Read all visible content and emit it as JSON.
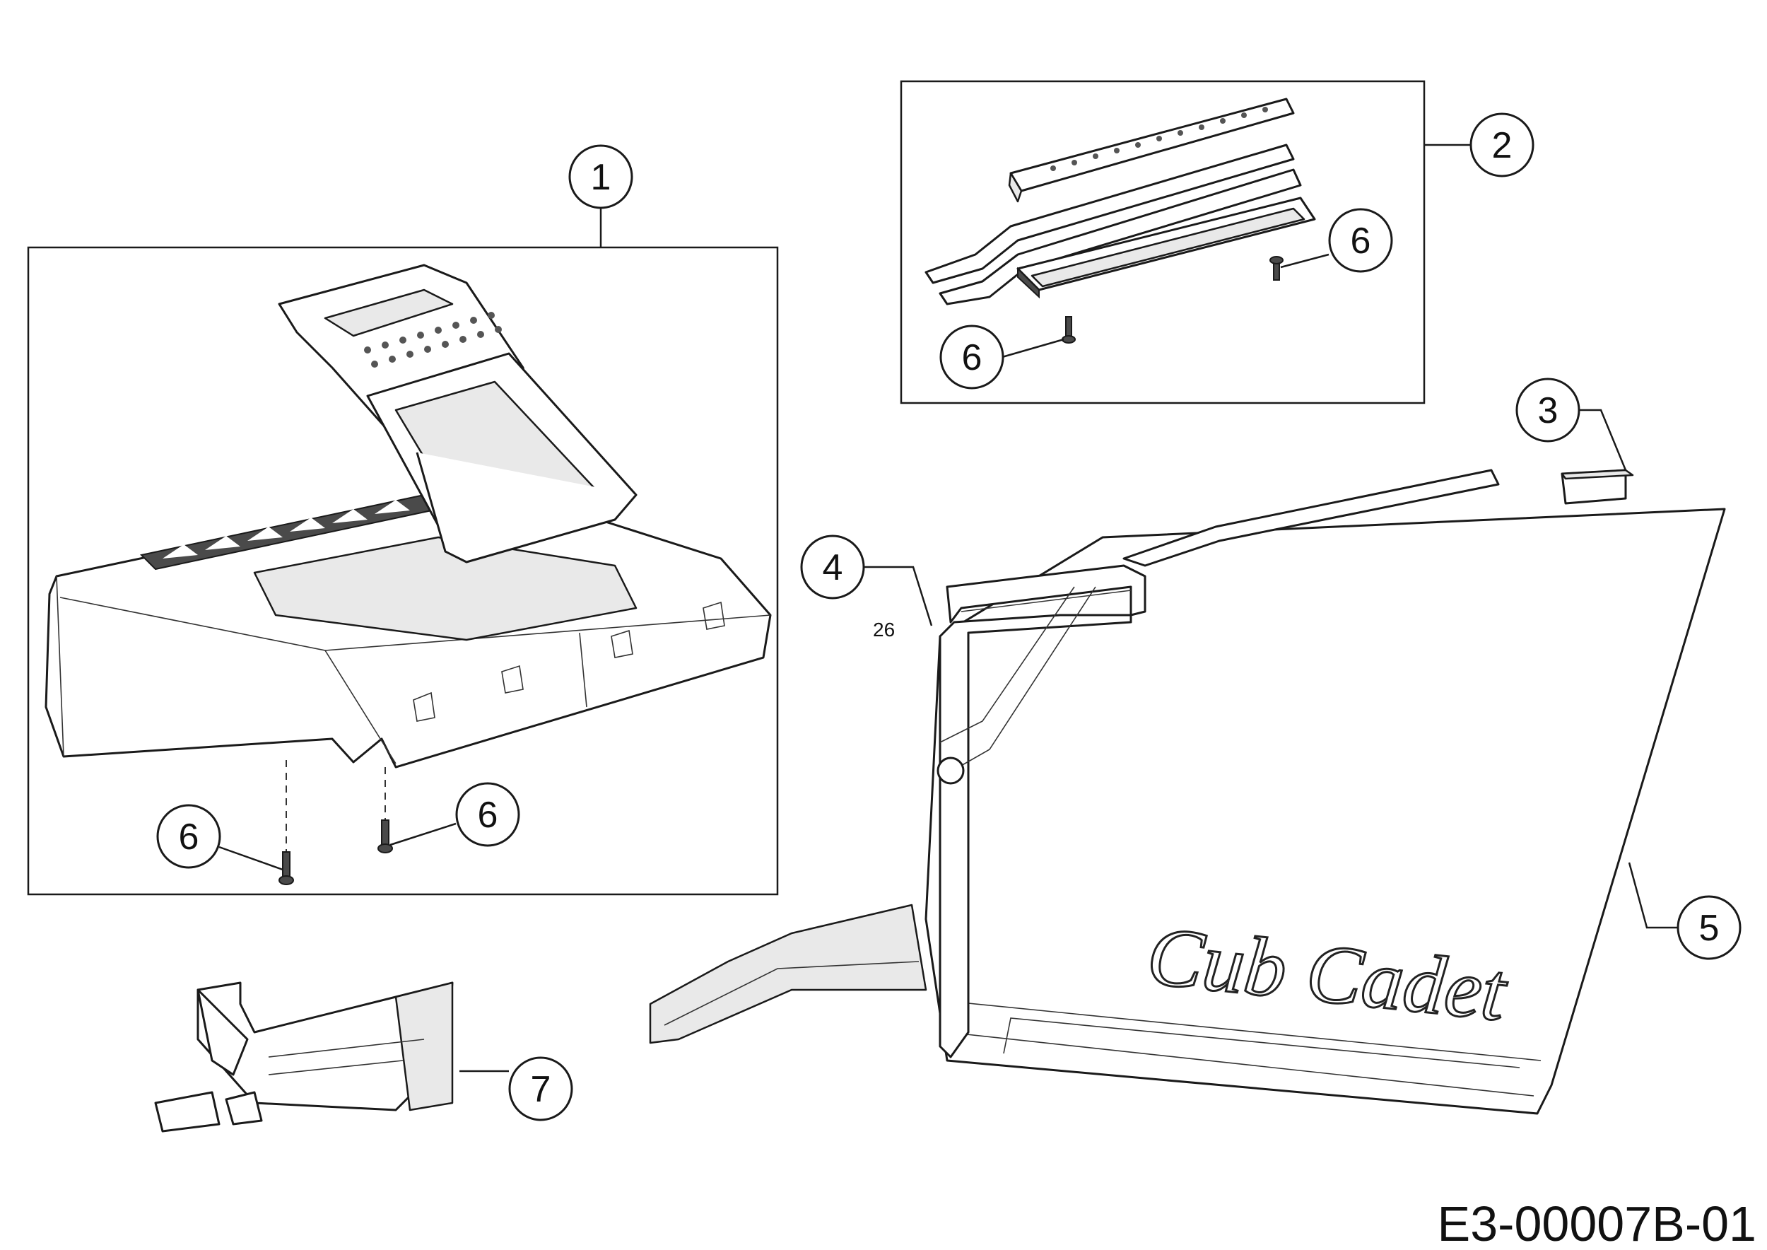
{
  "diagram": {
    "drawing_code": "E3-00007B-01",
    "brand_logo_text": "Cub Cadet",
    "dimension_note": "26",
    "callouts": [
      {
        "id": "callout-1",
        "label": "1"
      },
      {
        "id": "callout-2",
        "label": "2"
      },
      {
        "id": "callout-3",
        "label": "3"
      },
      {
        "id": "callout-4",
        "label": "4"
      },
      {
        "id": "callout-5",
        "label": "5"
      },
      {
        "id": "callout-6a",
        "label": "6"
      },
      {
        "id": "callout-6b",
        "label": "6"
      },
      {
        "id": "callout-6c",
        "label": "6"
      },
      {
        "id": "callout-6d",
        "label": "6"
      },
      {
        "id": "callout-7",
        "label": "7"
      }
    ]
  }
}
